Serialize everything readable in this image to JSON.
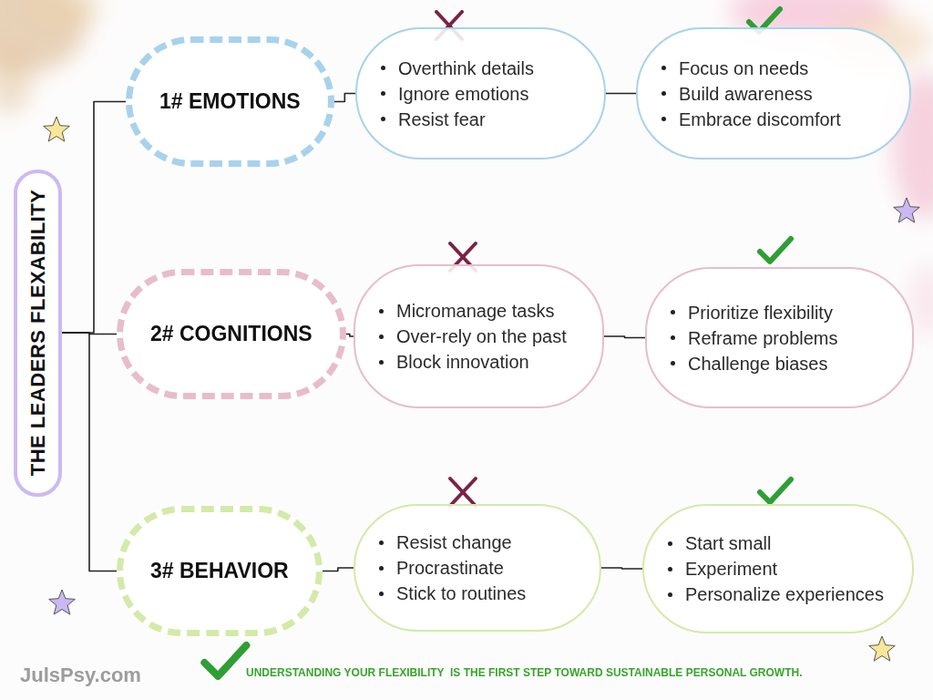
{
  "diagram": {
    "caption": "UNDERSTANDING YOUR FLEXIBILITY  IS THE FIRST STEP TOWARD SUSTAINABLE PERSONAL GROWTH.",
    "nodes": [
      {
        "text": [
          "THE LEADERS FLEXABILITY"
        ]
      },
      {
        "text": [
          "1# EMOTIONS"
        ]
      },
      {
        "text": [
          "Overthink details",
          "Ignore emotions",
          "Resist fear"
        ]
      },
      {
        "text": [
          "Focus on needs",
          "Build awareness",
          "Embrace discomfort"
        ]
      },
      {
        "text": [
          "2# COGNITIONS"
        ]
      },
      {
        "text": [
          "Micromanage tasks",
          "Over-rely on the past",
          "Block innovation"
        ]
      },
      {
        "text": [
          "Prioritize flexibility",
          "Reframe problems",
          "Challenge biases"
        ]
      },
      {
        "text": [
          "3# BEHAVIOR"
        ]
      },
      {
        "text": [
          "Resist change",
          "Procrastinate",
          "Stick to routines"
        ]
      },
      {
        "text": [
          "Start small",
          "Experiment",
          "Personalize experiences"
        ]
      }
    ],
    "edges": [
      {
        "from": 0,
        "to": 1,
        "arrow": "none"
      },
      {
        "from": 0,
        "to": 4,
        "arrow": "none"
      },
      {
        "from": 0,
        "to": 7,
        "arrow": "none"
      },
      {
        "from": 1,
        "to": 2,
        "arrow": "none"
      },
      {
        "from": 2,
        "to": 3,
        "arrow": "none"
      },
      {
        "from": 4,
        "to": 5,
        "arrow": "none"
      },
      {
        "from": 5,
        "to": 6,
        "arrow": "none"
      },
      {
        "from": 7,
        "to": 8,
        "arrow": "none"
      },
      {
        "from": 8,
        "to": 9,
        "arrow": "none"
      }
    ],
    "labels": [
      "JulsPsy.com"
    ]
  }
}
